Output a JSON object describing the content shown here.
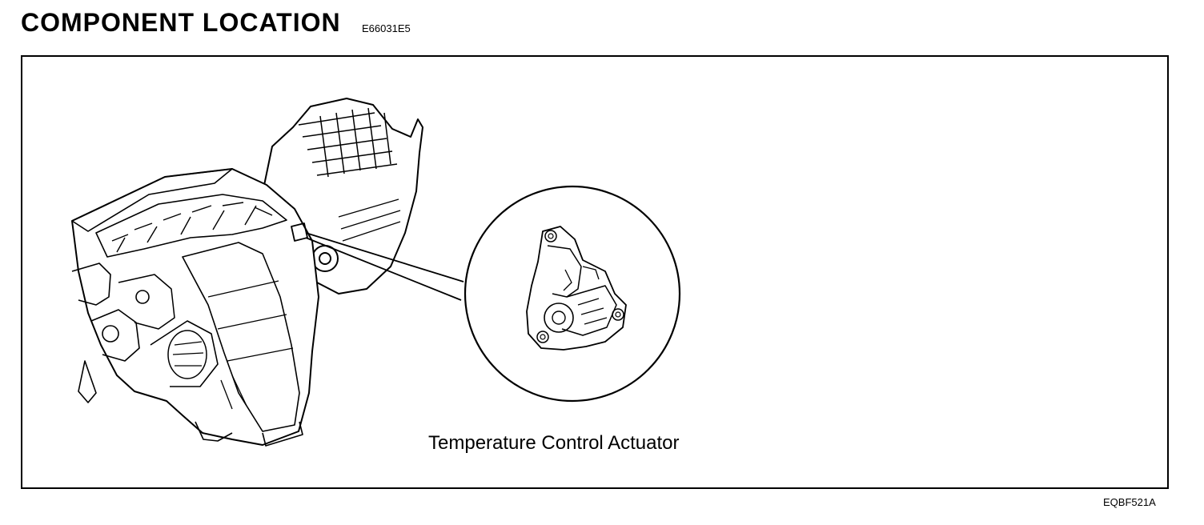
{
  "header": {
    "title": "COMPONENT LOCATION",
    "code": "E66031E5"
  },
  "diagram": {
    "components": [
      {
        "name": "hvac-unit-assembly",
        "label": ""
      },
      {
        "name": "temperature-control-actuator",
        "label": "Temperature Control Actuator"
      }
    ]
  },
  "footer": {
    "figure_code": "EQBF521A"
  }
}
